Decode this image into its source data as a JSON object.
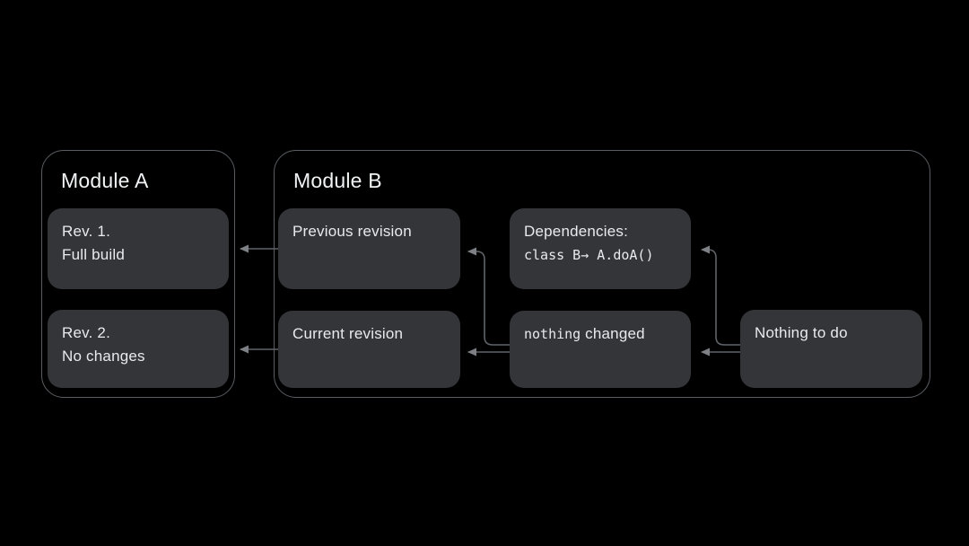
{
  "colors": {
    "bg": "#000000",
    "box_fill": "#333539",
    "container_border": "#5a5e62",
    "connector": "#5f6368",
    "arrowhead": "#7d8185",
    "box_text": "#e8eaed",
    "title_text": "#f1f3f4"
  },
  "module_a": {
    "title": "Module A",
    "rev1": {
      "line1": "Rev. 1.",
      "line2": "Full build"
    },
    "rev2": {
      "line1": "Rev. 2.",
      "line2": "No changes"
    }
  },
  "module_b": {
    "title": "Module B",
    "previous_revision": "Previous revision",
    "current_revision": "Current revision",
    "dependencies": {
      "label": "Dependencies:",
      "code": "class B→ A.doA()"
    },
    "nothing_changed": {
      "code": "nothing",
      "text": "changed"
    },
    "nothing_to_do": "Nothing to do"
  },
  "edges": [
    {
      "from": "previous-revision",
      "to": "module-a"
    },
    {
      "from": "current-revision",
      "to": "module-a"
    },
    {
      "from": "nothing-changed",
      "to": "previous-revision"
    },
    {
      "from": "nothing-changed",
      "to": "current-revision"
    },
    {
      "from": "nothing-to-do",
      "to": "dependencies"
    },
    {
      "from": "nothing-to-do",
      "to": "nothing-changed"
    }
  ]
}
